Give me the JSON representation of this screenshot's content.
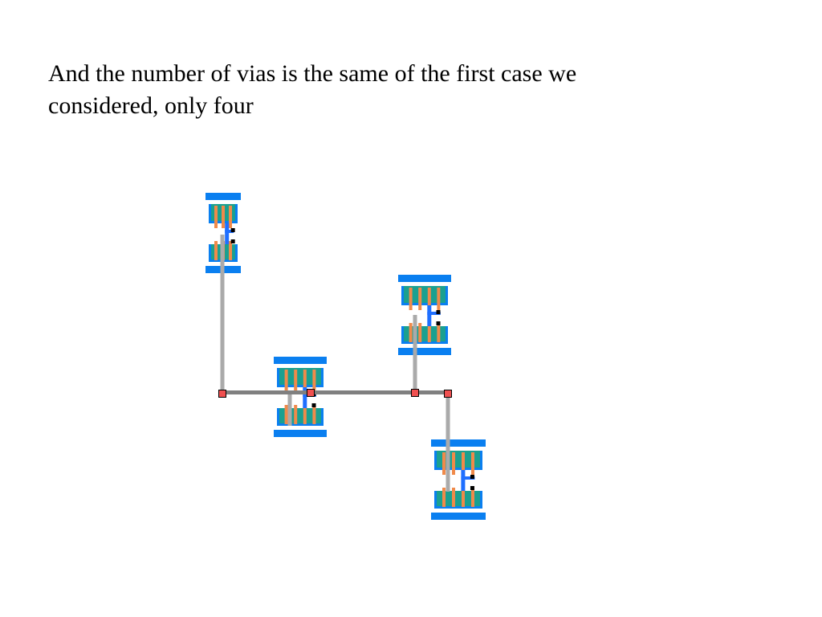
{
  "slide": {
    "text_lines": [
      "And the number of vias is the same of the first case we",
      "considered, only four"
    ]
  },
  "diagram": {
    "colors": {
      "cell_frame": "#0a7ff0",
      "cell_fill": "#1aa090",
      "poly": "#f08a4a",
      "metal": "#1f6fff",
      "contact": "#000000",
      "wire_vertical": "#aaaaaa",
      "wire_horizontal": "#808080",
      "via": "#f05050"
    },
    "cells": [
      {
        "id": "cell-a",
        "fingers": 3
      },
      {
        "id": "cell-b",
        "fingers": 4
      },
      {
        "id": "cell-c",
        "fingers": 4
      },
      {
        "id": "cell-d",
        "fingers": 4
      }
    ],
    "via_count": 4
  }
}
